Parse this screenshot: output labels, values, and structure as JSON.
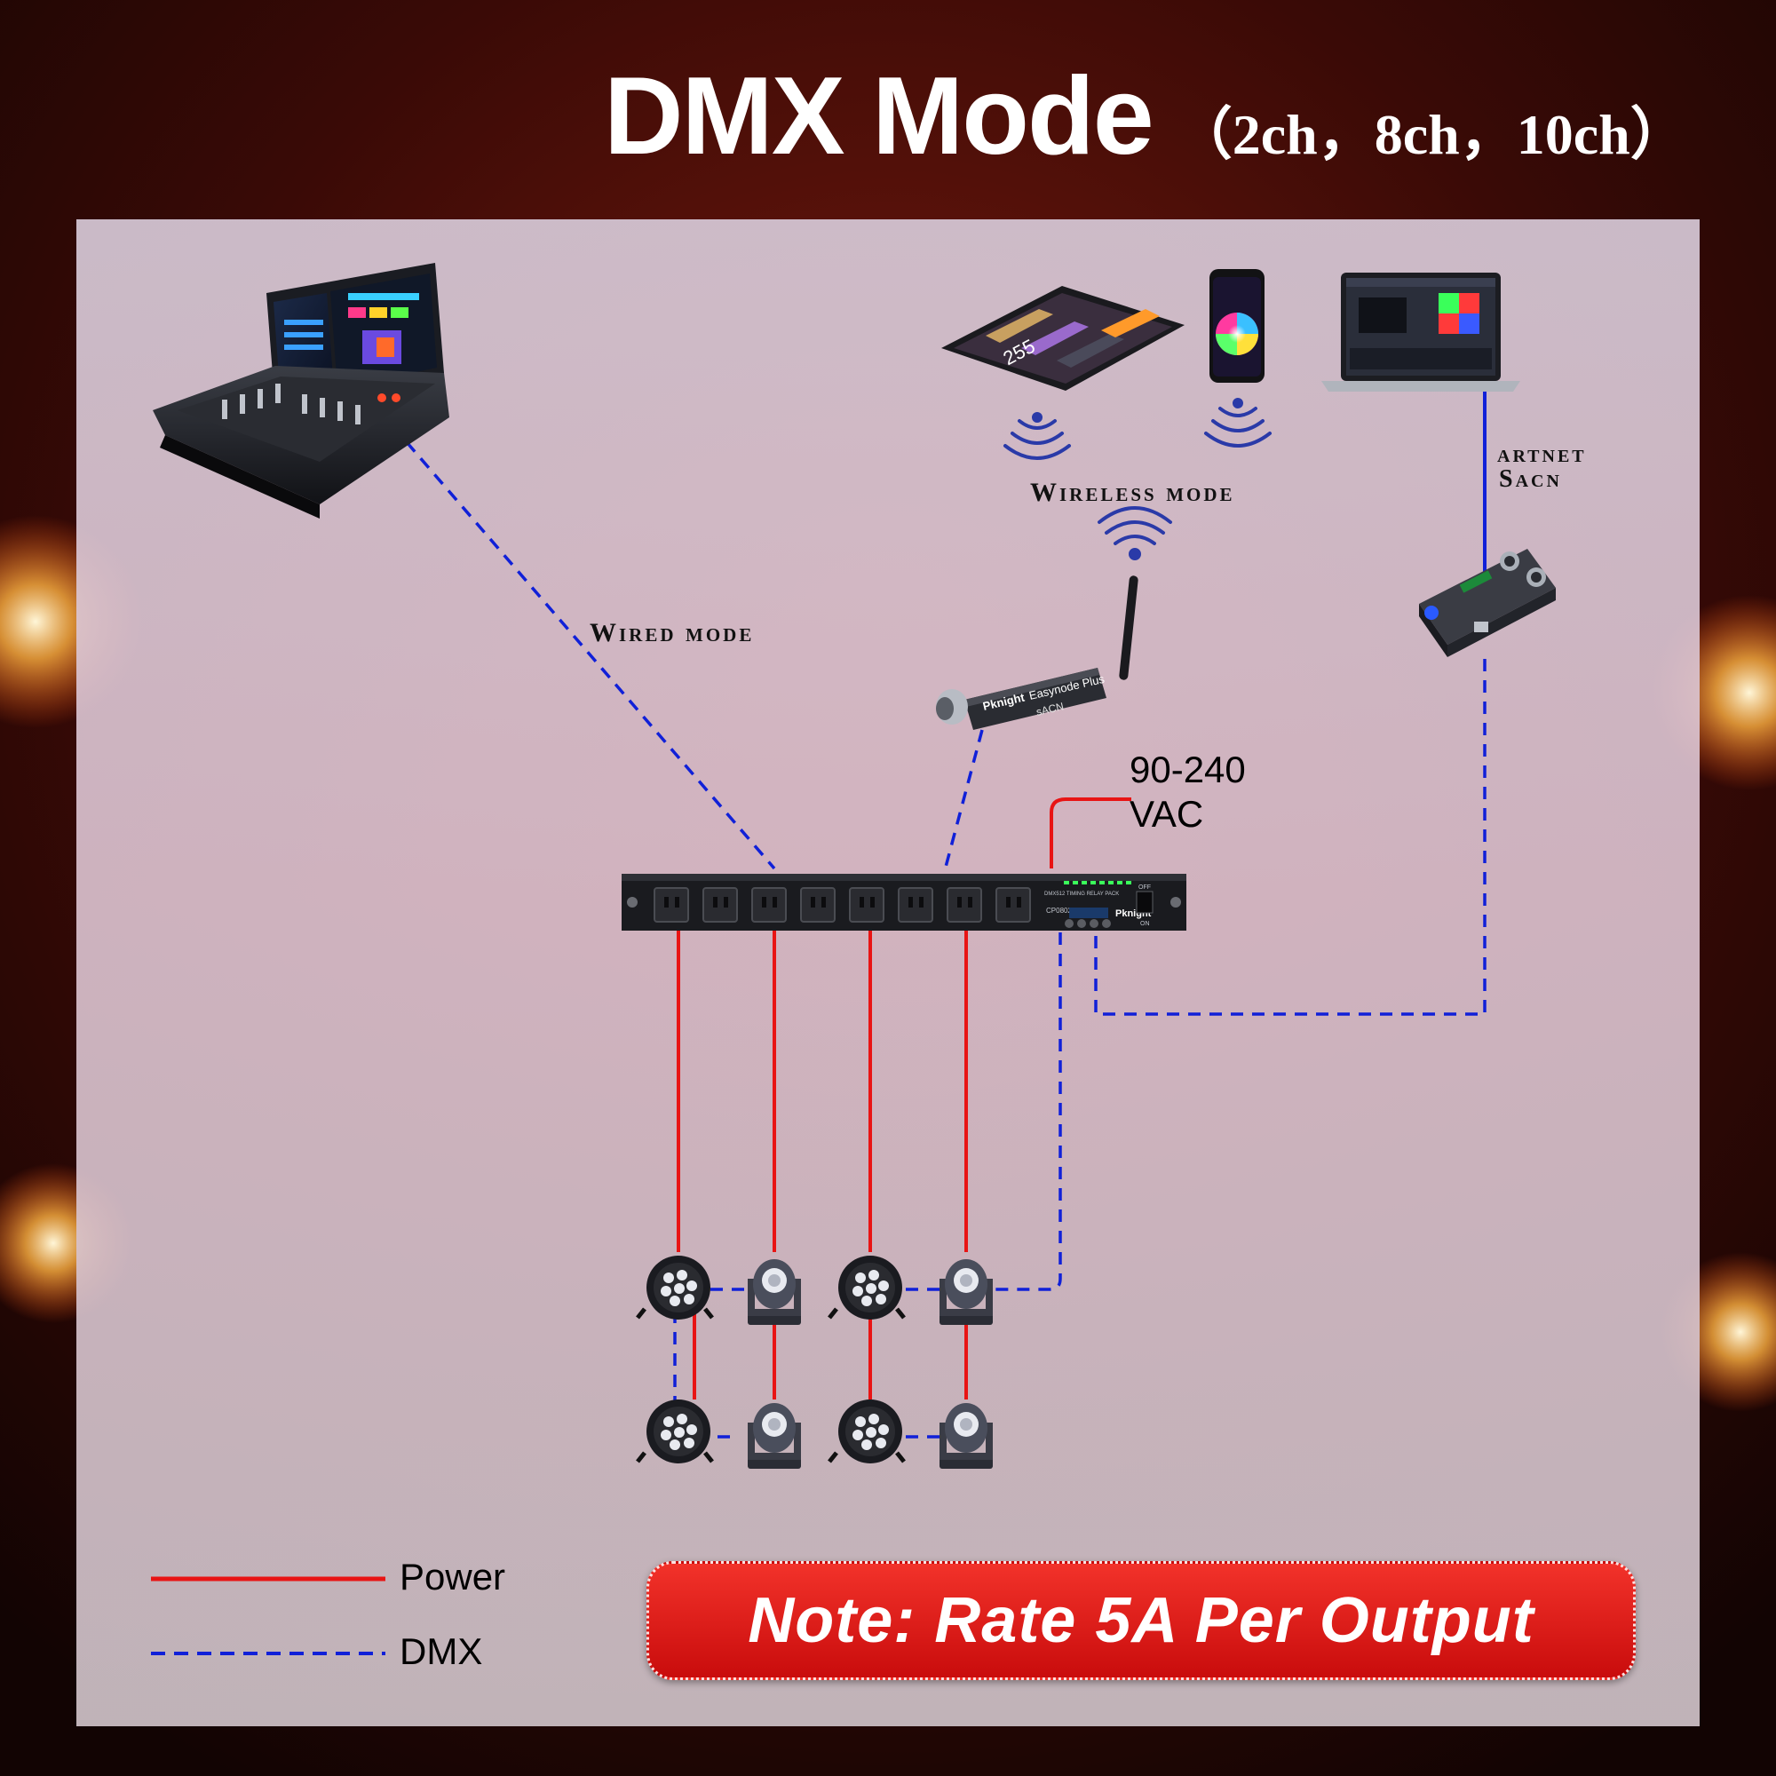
{
  "title": {
    "main": "DMX Mode",
    "channels": "（2ch，8ch，10ch）"
  },
  "labels": {
    "wired_mode": "Wired mode",
    "wireless_mode": "Wireless mode",
    "artnet": "artnet",
    "sacn": "Sacn",
    "voltage_line1": "90-240",
    "voltage_line2": "VAC"
  },
  "devices": {
    "tablet_display": "255",
    "node_brand": "Pknight",
    "node_model": "Easynode Plus",
    "node_protocol": "sACN",
    "relay_brand": "Pknight",
    "relay_model": "CP0802",
    "relay_desc": "DMX512 TIMING RELAY PACK",
    "switch_off": "OFF",
    "switch_on": "ON"
  },
  "legend": {
    "power": "Power",
    "dmx": "DMX"
  },
  "note": "Note: Rate 5A Per Output",
  "colors": {
    "power_line": "#e81414",
    "dmx_line": "#1020d8",
    "note_bg": "#e01e1e"
  },
  "icons": [
    "lighting-console-icon",
    "tablet-icon",
    "phone-icon",
    "laptop-icon",
    "wifi-icon",
    "wireless-node-icon",
    "artnet-node-icon",
    "relay-pack-icon",
    "par-light-icon",
    "moving-head-icon"
  ]
}
